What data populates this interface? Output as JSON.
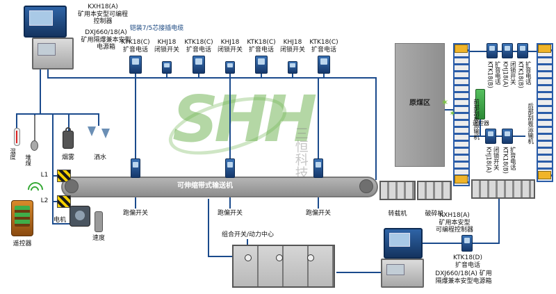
{
  "colors": {
    "wire_blue": "#1a4a8c",
    "device_blue": "#16386b",
    "accent_green": "#35a935",
    "hazard_yellow": "#f5d000",
    "belt_gray": "#9a9a9a"
  },
  "watermark": {
    "logo": "SHH",
    "text": "三恒科技"
  },
  "tl": {
    "controller_label": "KXH18(A)\n矿用本安型可编程\n控制器",
    "power_label": "DXJ660/18(A)\n矿用隔爆兼本安型\n电源箱",
    "cable_label": "铠装7/5芯接插电缆"
  },
  "top_row": [
    {
      "label": "KTK18(C)\n扩音电话"
    },
    {
      "label": "KHJ18\n闭锁开关"
    },
    {
      "label": "KTK18(C)\n扩音电话"
    },
    {
      "label": "KHJ18\n闭锁开关"
    },
    {
      "label": "KTK18(C)\n扩音电话"
    },
    {
      "label": "KHJ18\n闭锁开关"
    },
    {
      "label": "KTK18(C)\n扩音电话"
    }
  ],
  "left": {
    "sensors": [
      {
        "label": "温度"
      },
      {
        "label": "堆煤"
      },
      {
        "label": "烟雾"
      },
      {
        "label": "洒水"
      }
    ],
    "remote_label": "遥控器",
    "l1": "L1",
    "l2": "L2",
    "motor": "电机",
    "speed": "速度"
  },
  "belt": {
    "label": "可伸缩带式输送机",
    "deviation": "跑偏开关"
  },
  "mid": {
    "transfer": "转载机",
    "crusher": "破碎机",
    "coal_area": "原煤区"
  },
  "right": {
    "front_scraper": "前部刮板运输机",
    "rear_scraper": "后部刮板运输机",
    "remote_label": "遥控器",
    "devices": [
      {
        "label": "KTK18(B)\n扩音电话"
      },
      {
        "label": "KHJ18(A)\n闭锁开关"
      },
      {
        "label": "KTK18(B)\n扩音电话"
      },
      {
        "label": "KHJ18(A)\n闭锁开关"
      },
      {
        "label": "KTK18(B)\n扩音电话"
      }
    ]
  },
  "bottom": {
    "cabinet_label": "组合开关/动力中心",
    "controller_label": "KXH18(A)\n矿用本安型\n可编程控制器",
    "phone_label": "KTK18(D)\n扩音电话",
    "power_label": "DXJ660/18(A) 矿用\n隔爆兼本安型电源箱"
  }
}
